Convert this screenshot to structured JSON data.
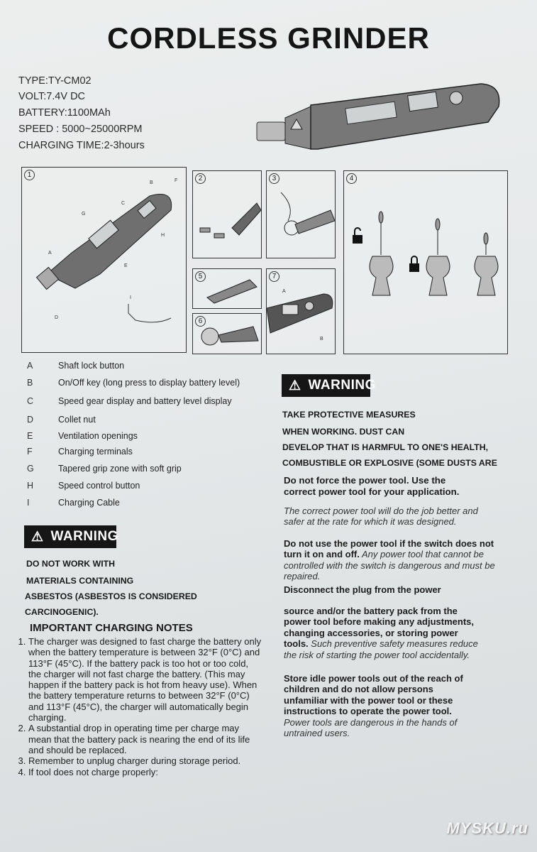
{
  "title": "CORDLESS GRINDER",
  "specs": [
    "TYPE:TY-CM02",
    "VOLT:7.4V DC",
    "BATTERY:1100MAh",
    "SPEED : 5000~25000RPM",
    "CHARGING TIME:2-3hours"
  ],
  "panels": {
    "p1": {
      "num": "1",
      "labels": [
        "A",
        "B",
        "C",
        "D",
        "E",
        "F",
        "G",
        "H",
        "I"
      ]
    },
    "p2": {
      "num": "2"
    },
    "p3": {
      "num": "3"
    },
    "p4": {
      "num": "4"
    },
    "p5": {
      "num": "5"
    },
    "p6": {
      "num": "6"
    },
    "p7": {
      "num": "7",
      "labels": [
        "A",
        "B"
      ]
    }
  },
  "legend": [
    {
      "letter": "A",
      "text": "Shaft lock button"
    },
    {
      "letter": "B",
      "text": "On/Off key (long press to display battery level)"
    },
    {
      "letter": "C",
      "text": "Speed gear display and battery level display"
    },
    {
      "letter": "D",
      "text": "Collet nut"
    },
    {
      "letter": "E",
      "text": "Ventilation openings"
    },
    {
      "letter": "F",
      "text": "Charging terminals"
    },
    {
      "letter": "G",
      "text": "Tapered grip zone with soft grip"
    },
    {
      "letter": "H",
      "text": "Speed control button"
    },
    {
      "letter": "I",
      "text": "Charging Cable"
    }
  ],
  "warning_left": {
    "label": "WARNING",
    "lines": [
      "DO NOT WORK WITH",
      "MATERIALS CONTAINING",
      "ASBESTOS (ASBESTOS IS CONSIDERED",
      "CARCINOGENIC)."
    ]
  },
  "charging_notes": {
    "heading": "IMPORTANT CHARGING NOTES",
    "items": [
      "The charger was designed to fast charge the battery only when the battery temperature is between 32°F (0°C) and 113°F (45°C). If the battery pack is too hot or too cold, the charger will not fast charge the battery. (This may happen if the battery pack is hot from heavy use). When the battery temperature returns to between 32°F (0°C) and 113°F (45°C), the charger will automatically begin charging.",
      "A substantial drop in operating time per charge may mean that the battery pack is nearing the end of its life and should be replaced.",
      "Remember to unplug charger during storage period.",
      "If tool does not charge properly:"
    ]
  },
  "warning_right": {
    "label": "WARNING",
    "lines": [
      "TAKE PROTECTIVE MEASURES",
      "WHEN WORKING. DUST CAN",
      "DEVELOP THAT IS HARMFUL TO ONE'S HEALTH,",
      "COMBUSTIBLE OR EXPLOSIVE (SOME DUSTS ARE"
    ],
    "p1_bold": "Do not force the power tool. Use the correct power tool for your application.",
    "p2_italic": "The correct power tool will do the job better and safer at the rate for which it was designed.",
    "p3_bold": "Do not use the power tool if the switch does not turn it on and off.",
    "p3_italic": " Any power tool that cannot be controlled with the switch is dangerous and must be repaired.",
    "p4_bold": "Disconnect the plug from the power",
    "p5_bold": "source and/or the battery pack from the power tool before making any adjustments, changing accessories, or storing power tools.",
    "p5_italic": " Such preventive safety measures reduce the risk of starting the power tool accidentally.",
    "p6_bold": "Store idle power tools out of the reach of children and do not allow persons unfamiliar with the power tool or these instructions to operate the power tool.",
    "p6_italic": " Power tools are dangerous in the hands of untrained users."
  },
  "watermark": "MYSKU.ru"
}
